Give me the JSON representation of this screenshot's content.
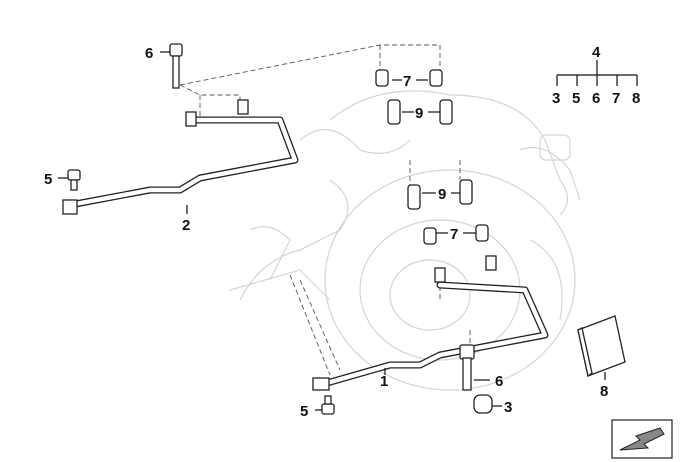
{
  "diagram": {
    "callouts": [
      {
        "id": "c6a",
        "text": "6"
      },
      {
        "id": "c7a",
        "text": "7"
      },
      {
        "id": "c9a",
        "text": "9"
      },
      {
        "id": "c5a",
        "text": "5"
      },
      {
        "id": "c2",
        "text": "2"
      },
      {
        "id": "c9b",
        "text": "9"
      },
      {
        "id": "c7b",
        "text": "7"
      },
      {
        "id": "c1",
        "text": "1"
      },
      {
        "id": "c6b",
        "text": "6"
      },
      {
        "id": "c5b",
        "text": "5"
      },
      {
        "id": "c3",
        "text": "3"
      },
      {
        "id": "c8",
        "text": "8"
      }
    ],
    "kit_tree": {
      "parent": "4",
      "children": [
        "3",
        "5",
        "6",
        "7",
        "8"
      ]
    },
    "nav_icon": "arrow-navigation-icon"
  }
}
